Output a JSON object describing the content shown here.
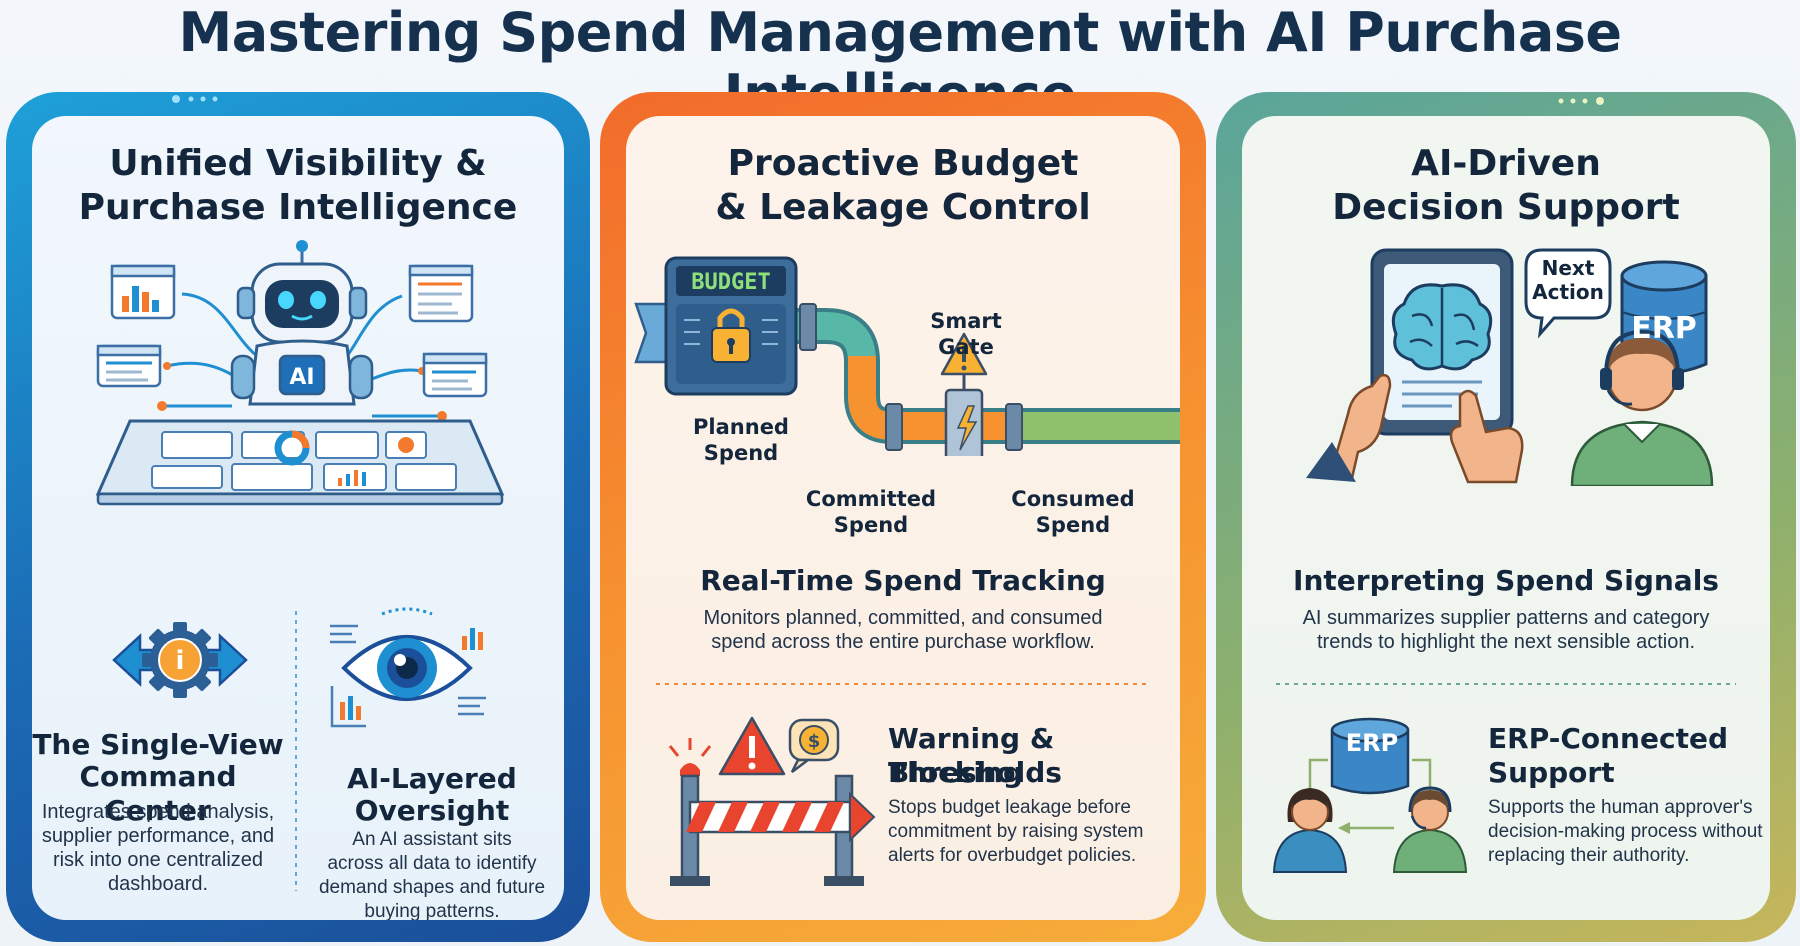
{
  "title": "Mastering Spend Management with AI Purchase Intelligence",
  "panels": {
    "visibility": {
      "heading_line1": "Unified Visibility &",
      "heading_line2": "Purchase Intelligence",
      "robot_badge": "AI",
      "command_center": {
        "title_line1": "The Single-View",
        "title_line2": "Command Center",
        "text_line1": "Integrates spend analysis,",
        "text_line2": "supplier performance, and",
        "text_line3": "risk into one centralized",
        "text_line4": "dashboard."
      },
      "oversight": {
        "title_line1": "AI-Layered",
        "title_line2": "Oversight",
        "text_line1": "An AI assistant sits",
        "text_line2": "across all data to identify",
        "text_line3": "demand shapes and future",
        "text_line4": "buying patterns."
      }
    },
    "budget": {
      "heading_line1": "Proactive Budget",
      "heading_line2": "& Leakage Control",
      "budget_label": "BUDGET",
      "planned_line1": "Planned",
      "planned_line2": "Spend",
      "gate_line1": "Smart",
      "gate_line2": "Gate",
      "committed_line1": "Committed",
      "committed_line2": "Spend",
      "consumed_line1": "Consumed",
      "consumed_line2": "Spend",
      "tracking": {
        "title": "Real-Time Spend Tracking",
        "text_line1": "Monitors planned, committed, and consumed",
        "text_line2": "spend across the entire purchase workflow."
      },
      "thresholds": {
        "title_line1": "Warning & Blocking",
        "title_line2": "Thresholds",
        "text_line1": "Stops budget leakage before",
        "text_line2": "commitment by raising system",
        "text_line3": "alerts for overbudget policies.",
        "coin_symbol": "$"
      }
    },
    "decision": {
      "heading_line1": "AI-Driven",
      "heading_line2": "Decision Support",
      "bubble_line1": "Next",
      "bubble_line2": "Action",
      "erp_label": "ERP",
      "signals": {
        "title": "Interpreting Spend Signals",
        "text_line1": "AI summarizes supplier patterns and category",
        "text_line2": "trends to highlight the next sensible action."
      },
      "erp_support": {
        "title_line1": "ERP-Connected",
        "title_line2": "Support",
        "erp_label": "ERP",
        "text_line1": "Supports the human approver's",
        "text_line2": "decision-making process without",
        "text_line3": "replacing their authority."
      }
    }
  },
  "colors": {
    "navy": "#16314d",
    "blue_accent": "#1e8fd0",
    "orange_accent": "#f37a2c",
    "green_accent": "#6aa892"
  }
}
